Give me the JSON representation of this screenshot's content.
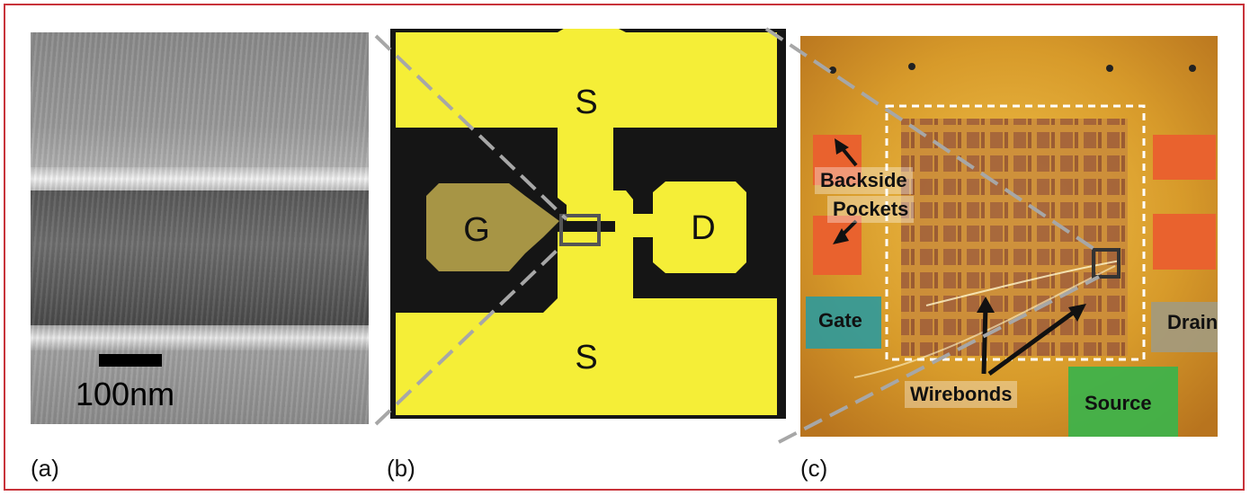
{
  "panels": {
    "a": {
      "caption": "(a)",
      "scale_bar_label": "100nm"
    },
    "b": {
      "caption": "(b)",
      "pad_labels": {
        "source_top": "S",
        "source_bottom": "S",
        "gate": "G",
        "drain": "D"
      }
    },
    "c": {
      "caption": "(c)",
      "labels": {
        "backside_line1": "Backside",
        "backside_line2": "Pockets",
        "gate": "Gate",
        "drain": "Drain",
        "wirebonds": "Wirebonds",
        "source": "Source"
      }
    }
  },
  "colors": {
    "frame_border": "#c8333a",
    "pad_yellow": "#f5ee37",
    "gate_pad": "#a79545",
    "gate_pad_label_bg": "#2e9a9c",
    "source_pad_label_bg": "#3fb24a",
    "drain_pad_label_bg": "#a49a7a",
    "backside_pocket": "#e9622e",
    "dashed_guides": "#a7a7a7"
  }
}
